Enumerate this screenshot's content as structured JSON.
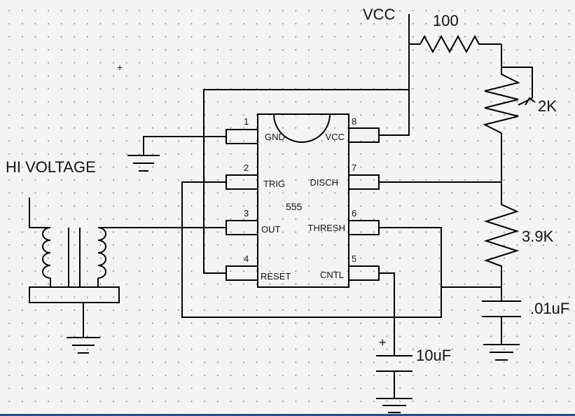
{
  "labels": {
    "vcc": "VCC",
    "hi_voltage": "HI VOLTAGE",
    "r100": "100",
    "pot": "2K",
    "r39k": "3.9K",
    "c_small": ".01uF",
    "c_big": "10uF",
    "plus": "+",
    "crosshair": "+"
  },
  "chip": {
    "name": "555",
    "pins": [
      {
        "num": "1",
        "name": "GND"
      },
      {
        "num": "2",
        "name": "TRIG"
      },
      {
        "num": "3",
        "name": "OUT"
      },
      {
        "num": "4",
        "name": "RESET"
      },
      {
        "num": "8",
        "name": "VCC"
      },
      {
        "num": "7",
        "name": "DISCH"
      },
      {
        "num": "6",
        "name": "THRESH"
      },
      {
        "num": "5",
        "name": "CNTL"
      }
    ]
  },
  "colors": {
    "wire": "#000000",
    "status_bar": "#2a4f86"
  }
}
